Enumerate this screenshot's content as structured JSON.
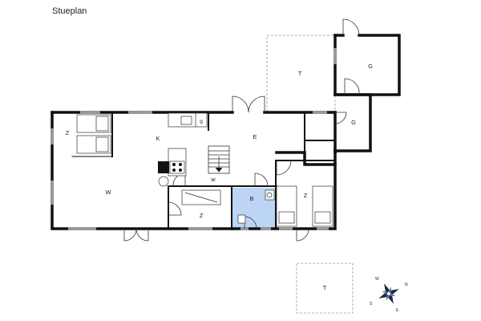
{
  "title": "Stueplan",
  "rooms": {
    "terrace_top": "T",
    "garage": "G",
    "garage_lower": "G",
    "kitchen": "K",
    "entrance": "E",
    "bedroom_left": "Z",
    "living": "W",
    "washer": "w",
    "bath": "B",
    "bedroom_small": "Z",
    "bedroom_right": "Z",
    "terrace_bottom": "T"
  },
  "fixtures": {
    "fridge": "g"
  },
  "compass": {
    "n": "N",
    "s": "S",
    "e": "E",
    "w": "W"
  },
  "colors": {
    "bathroom_fill": "#bcd4f5",
    "wall": "#111111"
  }
}
